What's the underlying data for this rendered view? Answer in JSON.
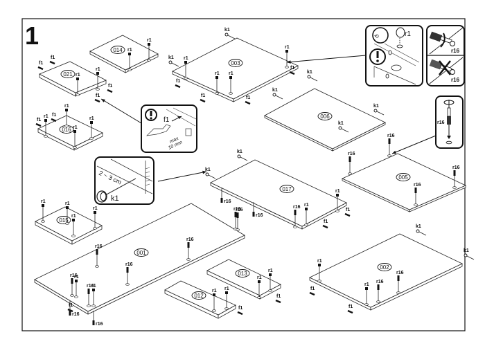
{
  "step": {
    "number": "1"
  },
  "colors": {
    "line": "#222222",
    "frame": "#111111",
    "background": "#ffffff"
  },
  "panels": [
    {
      "id": "014",
      "hardware": [
        "r1",
        "r1"
      ]
    },
    {
      "id": "021",
      "hardware": [
        "f1",
        "f1",
        "r1",
        "r1",
        "f1",
        "f1"
      ]
    },
    {
      "id": "016",
      "hardware": [
        "r1",
        "r1",
        "f1",
        "f1",
        "r1",
        "r1"
      ]
    },
    {
      "id": "003",
      "hardware": [
        "k1",
        "k1",
        "r1",
        "r1",
        "r1",
        "r1",
        "f1",
        "f1",
        "f1",
        "f1"
      ]
    },
    {
      "id": "006",
      "hardware": [
        "k1",
        "k1",
        "k1",
        "k1"
      ]
    },
    {
      "id": "005",
      "hardware": [
        "r16",
        "r16",
        "r16",
        "r16"
      ]
    },
    {
      "id": "017",
      "hardware": [
        "k1",
        "k1",
        "r16",
        "r16",
        "r16",
        "r16",
        "r1",
        "r1",
        "f1",
        "f1"
      ]
    },
    {
      "id": "015",
      "hardware": [
        "r1",
        "r1",
        "r1",
        "r1"
      ]
    },
    {
      "id": "001",
      "hardware": [
        "r16",
        "r16",
        "r16",
        "r16",
        "r16",
        "r16",
        "r1",
        "r16",
        "r1",
        "f1",
        "r16",
        "r16"
      ]
    },
    {
      "id": "013",
      "hardware": [
        "r1",
        "r1",
        "f1"
      ]
    },
    {
      "id": "012",
      "hardware": [
        "r1",
        "r1",
        "f1"
      ]
    },
    {
      "id": "002",
      "hardware": [
        "k1",
        "k1",
        "r1",
        "f1",
        "f1",
        "r1",
        "r16",
        "r16"
      ]
    }
  ],
  "labels": {
    "r1": "r1",
    "f1": "f1",
    "k1": "k1",
    "r16": "r16"
  },
  "callouts": {
    "f1_detail": {
      "fastener": "f1",
      "note_line1": "max",
      "note_line2": "10 mm",
      "icon": "warning-icon"
    },
    "k1_detail": {
      "fastener": "k1",
      "note": "2 ~ 3 cm"
    },
    "r1_detail": {
      "fastener": "r1",
      "icon": "warning-icon"
    },
    "r16_orientation": {
      "fastener_top": "r16",
      "fastener_bottom": "r16"
    },
    "r16_insert": {
      "fastener": "r16"
    }
  }
}
